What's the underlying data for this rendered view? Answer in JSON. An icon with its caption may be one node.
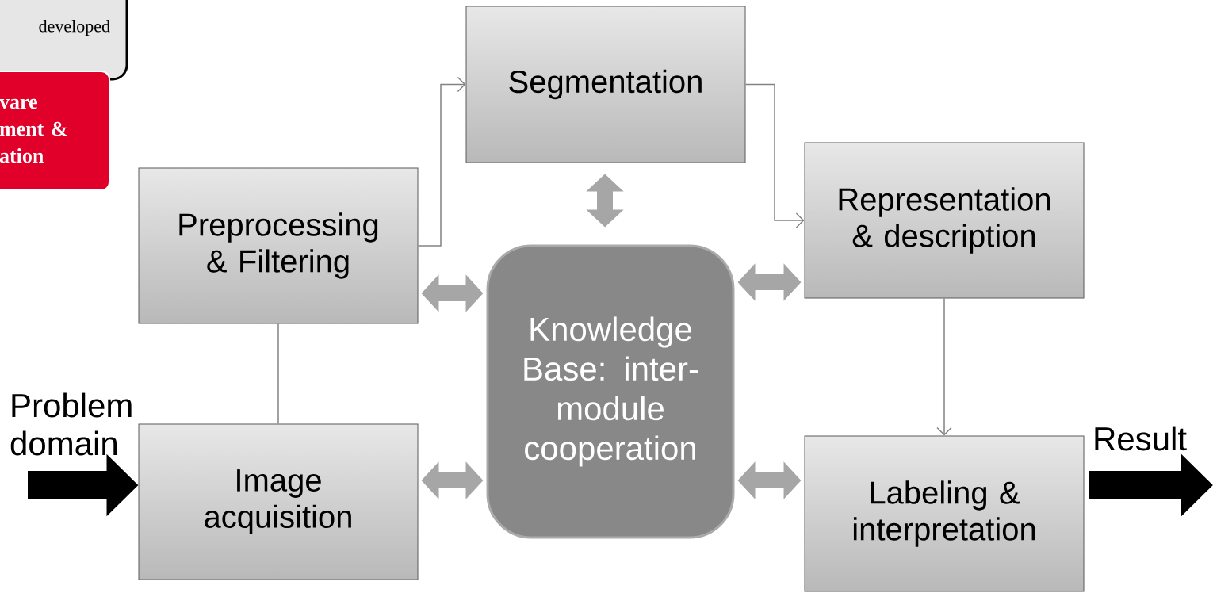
{
  "diagram": {
    "nodes": [
      {
        "text": [
          "developed"
        ]
      },
      {
        "text": [
          "vare ment & ation"
        ]
      },
      {
        "text": [
          "Preprocessing & Filtering"
        ]
      },
      {
        "text": [
          "Segmentation"
        ]
      },
      {
        "text": [
          "Representation & description"
        ]
      },
      {
        "text": [
          "Knowledge Base: inter-module cooperation"
        ]
      },
      {
        "text": [
          "Image acquisition"
        ]
      },
      {
        "text": [
          "Labeling & interpretation"
        ]
      }
    ],
    "edges": [
      {
        "from": null,
        "to": 6,
        "arrow": "to",
        "style": "thick",
        "color": "#000000"
      },
      {
        "from": 2,
        "to": 6,
        "arrow": "none"
      },
      {
        "from": 2,
        "to": 3,
        "arrow": "to"
      },
      {
        "from": 3,
        "to": 4,
        "arrow": "to"
      },
      {
        "from": 4,
        "to": 7,
        "arrow": "to"
      },
      {
        "from": 5,
        "to": 2,
        "arrow": "both",
        "color": "#a6a6a6"
      },
      {
        "from": 5,
        "to": 3,
        "arrow": "both",
        "color": "#a6a6a6"
      },
      {
        "from": 5,
        "to": 4,
        "arrow": "both",
        "color": "#a6a6a6"
      },
      {
        "from": 5,
        "to": 6,
        "arrow": "both",
        "color": "#a6a6a6"
      },
      {
        "from": 5,
        "to": 7,
        "arrow": "both",
        "color": "#a6a6a6"
      },
      {
        "from": 7,
        "to": null,
        "arrow": "to",
        "style": "thick",
        "color": "#000000"
      }
    ],
    "labels": [
      "Problem domain",
      "Result"
    ]
  }
}
